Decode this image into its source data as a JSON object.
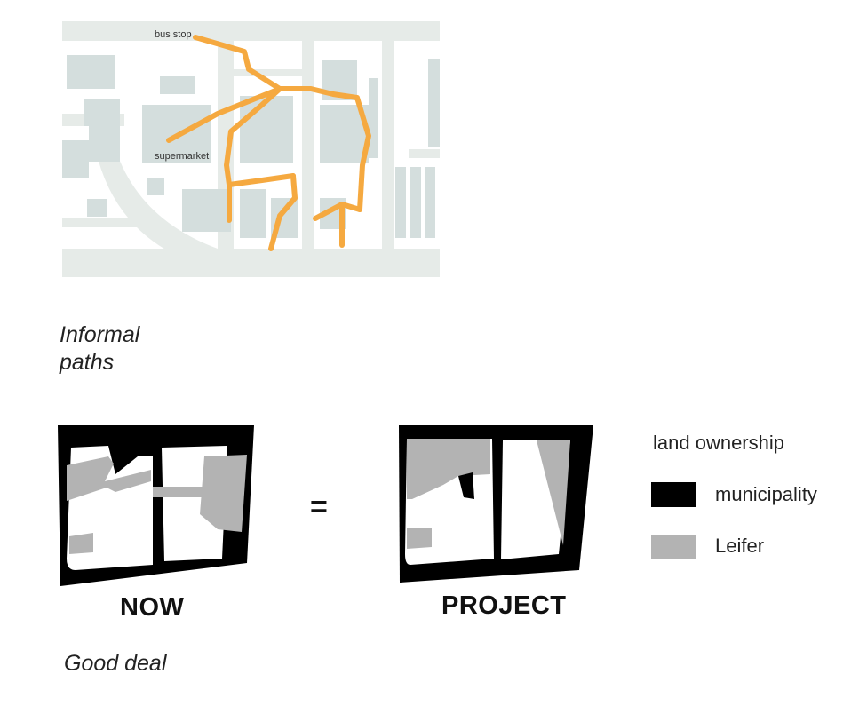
{
  "map": {
    "labels": {
      "bus_stop": "bus stop",
      "supermarket": "supermarket"
    },
    "colors": {
      "road": "#e6ebe8",
      "building": "#d4dedd",
      "path": "#f5a940"
    }
  },
  "captions": {
    "informal_line1": "Informal",
    "informal_line2": "paths",
    "good_deal": "Good deal"
  },
  "comparison": {
    "now_label": "NOW",
    "equals": "=",
    "project_label": "PROJECT"
  },
  "legend": {
    "title": "land ownership",
    "items": [
      {
        "label": "municipality",
        "color": "#000000"
      },
      {
        "label": "Leifer",
        "color": "#b3b3b3"
      }
    ]
  }
}
